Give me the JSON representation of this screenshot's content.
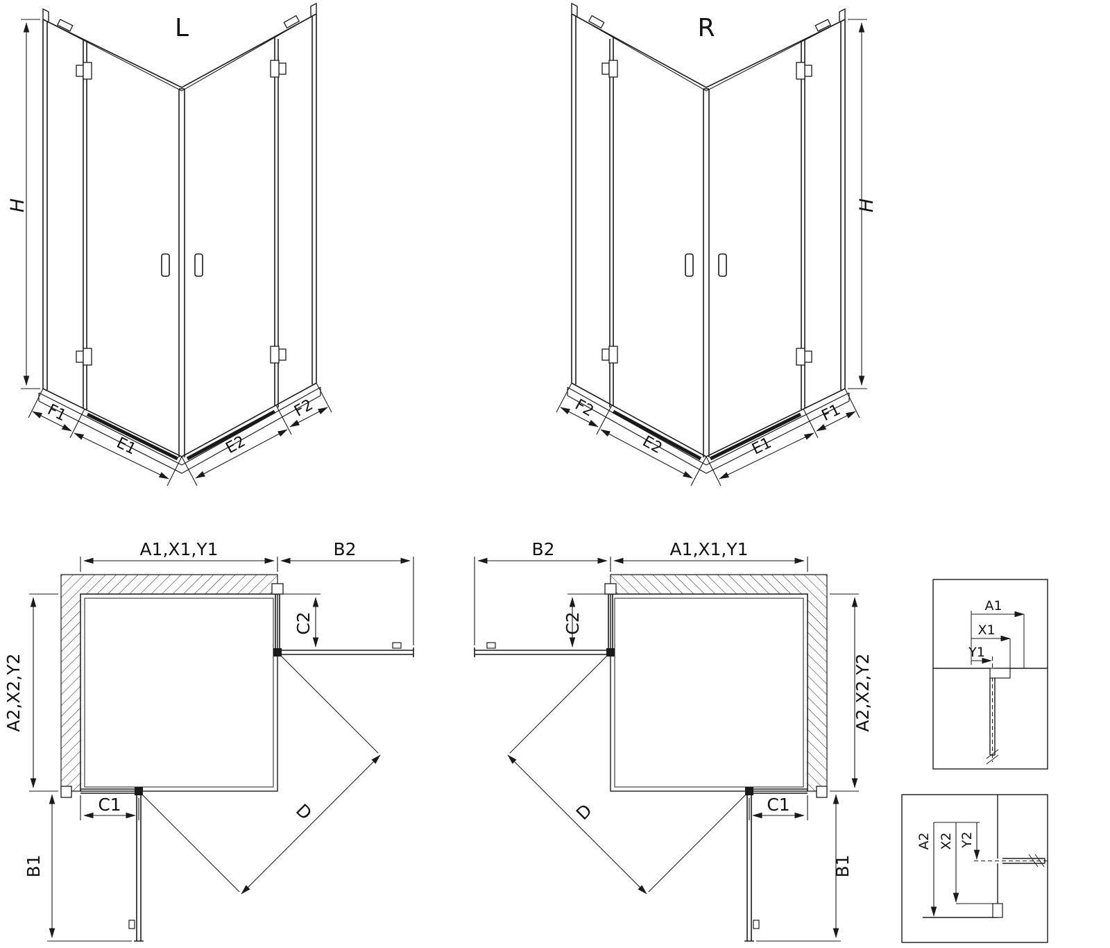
{
  "drawing": {
    "kind": "corner shower enclosure technical drawing, left and right versions"
  },
  "colors": {
    "line": "#1a1a1a",
    "background": "#ffffff"
  },
  "iso_left": {
    "title": "L",
    "h": "H",
    "f1": "F1",
    "e1": "E1",
    "e2": "E2",
    "f2": "F2"
  },
  "iso_right": {
    "title": "R",
    "h": "H",
    "f1": "F1",
    "e1": "E1",
    "e2": "E2",
    "f2": "F2"
  },
  "plan_left": {
    "width": "A1,X1,Y1",
    "door2": "B2",
    "fixed2": "C2",
    "depth": "A2,X2,Y2",
    "fixed1": "C1",
    "door1": "B1",
    "diagonal": "D"
  },
  "plan_right": {
    "width": "A1,X1,Y1",
    "door2": "B2",
    "fixed2": "C2",
    "depth": "A2,X2,Y2",
    "fixed1": "C1",
    "door1": "B1",
    "diagonal": "D"
  },
  "detail_width": {
    "a1": "A1",
    "x1": "X1",
    "y1": "Y1"
  },
  "detail_depth": {
    "a2": "A2",
    "x2": "X2",
    "y2": "Y2"
  }
}
